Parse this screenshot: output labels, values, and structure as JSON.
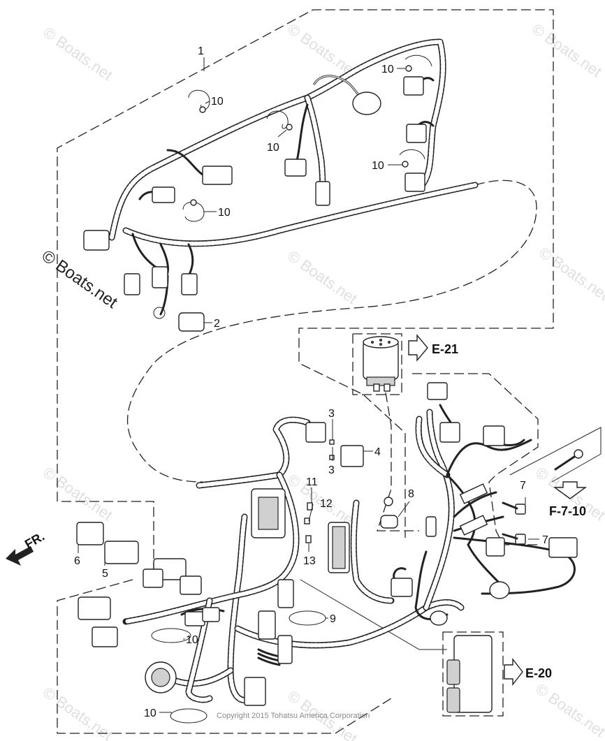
{
  "watermark": "© Boats.net",
  "copyright": "Copyright 2015 Tohatsu America Corporation",
  "direction": "FR.",
  "refs": {
    "e21": "E-21",
    "f710": "F-7-10",
    "e20": "E-20"
  },
  "callouts": {
    "c1": "1",
    "c2": "2",
    "c3a": "3",
    "c3b": "3",
    "c4": "4",
    "c5": "5",
    "c6": "6",
    "c7a": "7",
    "c7b": "7",
    "c8": "8",
    "c9": "9",
    "c10a": "10",
    "c10b": "10",
    "c10c": "10",
    "c10d": "10",
    "c10e": "10",
    "c10f": "10",
    "c10g": "10",
    "c11": "11",
    "c12": "12",
    "c13": "13"
  }
}
